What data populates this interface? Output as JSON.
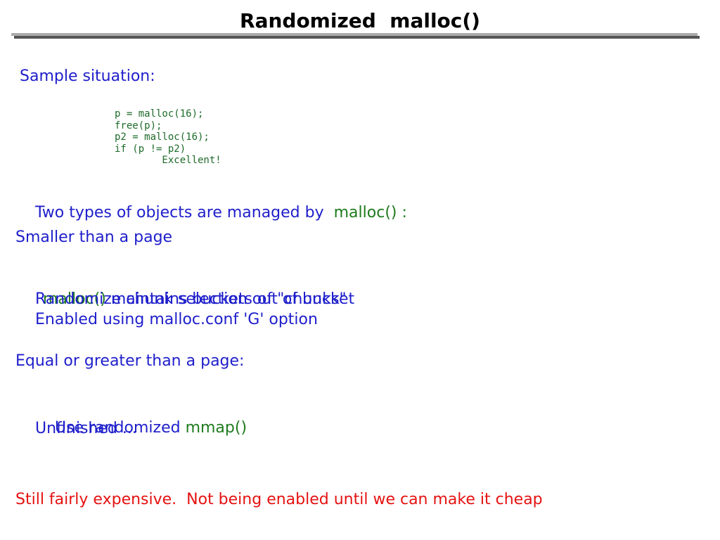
{
  "slide": {
    "title": "Randomized  malloc()",
    "sample_label": "Sample situation:",
    "code_block": "p = malloc(16);\nfree(p);\np2 = malloc(16);\nif (p != p2)\n        Excellent!",
    "lines": {
      "two_types": {
        "segments": [
          {
            "text": "Two types of objects are managed by  ",
            "color": "blue"
          },
          {
            "text": "malloc() :",
            "color": "green"
          }
        ]
      },
      "smaller": {
        "text": "Smaller than a page"
      },
      "buckets": {
        "segments": [
          {
            "text": "malloc()",
            "color": "green"
          },
          {
            "text": " maintains buckets of \"chunks\"",
            "color": "blue"
          }
        ]
      },
      "randomize": {
        "text": "Randomize chunk selection out of bucket"
      },
      "enabled": {
        "text": "Enabled using malloc.conf 'G' option"
      },
      "equal": {
        "text": "Equal or greater than a page:"
      },
      "use_mmap": {
        "segments": [
          {
            "text": "Use randomized ",
            "color": "blue"
          },
          {
            "text": "mmap()",
            "color": "green"
          }
        ]
      },
      "unfinished": {
        "text": "Unfinished ..."
      },
      "still": {
        "text": "Still fairly expensive.  Not being enabled until we can make it cheap"
      }
    }
  },
  "colors": {
    "blue": "#1e1ecb",
    "green": "#1e7b1e",
    "red": "#e51212",
    "code_green": "#1e6b2a",
    "black": "#000000",
    "divider_light": "#ababab",
    "divider_dark": "#555555"
  }
}
